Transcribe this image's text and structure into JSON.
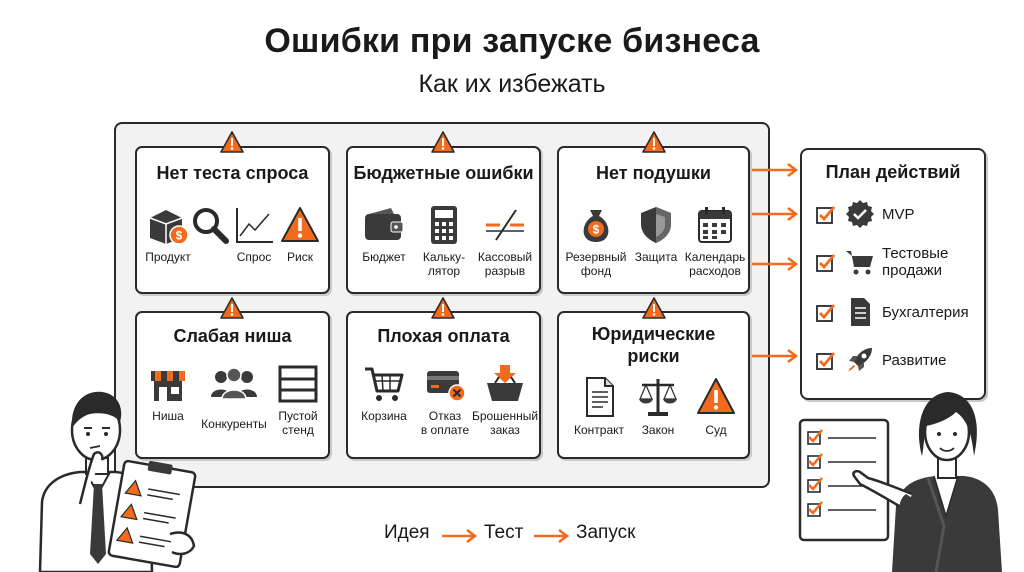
{
  "header": {
    "title": "Ошибки при запуске бизнеса",
    "subtitle": "Как их избежать"
  },
  "colors": {
    "accent": "#f26b1d",
    "ink": "#2a2a2a",
    "icon_fill": "#3a3a3a"
  },
  "cards": [
    {
      "title": "Нет теста спроса",
      "items": [
        {
          "icon": "box-dollar-icon",
          "label": "Продукт"
        },
        {
          "icon": "magnifier-icon",
          "label": ""
        },
        {
          "icon": "line-chart-icon",
          "label": "Спрос"
        },
        {
          "icon": "warning-icon",
          "label": "Риск"
        }
      ]
    },
    {
      "title": "Бюджетные ошибки",
      "items": [
        {
          "icon": "wallet-icon",
          "label": "Бюджет"
        },
        {
          "icon": "calculator-icon",
          "label": "Кальку-\nлятор"
        },
        {
          "icon": "cash-gap-icon",
          "label": "Кассовый\nразрыв"
        }
      ]
    },
    {
      "title": "Нет подушки",
      "items": [
        {
          "icon": "money-bag-icon",
          "label": "Резервный\nфонд"
        },
        {
          "icon": "shield-icon",
          "label": "Защита"
        },
        {
          "icon": "calendar-icon",
          "label": "Календарь\nрасходов"
        }
      ]
    },
    {
      "title": "Слабая ниша",
      "items": [
        {
          "icon": "storefront-icon",
          "label": "Ниша"
        },
        {
          "icon": "people-group-icon",
          "label": "Конкуренты"
        },
        {
          "icon": "empty-shelf-icon",
          "label": "Пустой\nстенд"
        }
      ]
    },
    {
      "title": "Плохая оплата",
      "items": [
        {
          "icon": "shopping-cart-icon",
          "label": "Корзина"
        },
        {
          "icon": "card-declined-icon",
          "label": "Отказ\nв оплате"
        },
        {
          "icon": "abandoned-basket-icon",
          "label": "Брошенный\nзаказ"
        }
      ]
    },
    {
      "title": "Юридические\nриски",
      "items": [
        {
          "icon": "contract-icon",
          "label": "Контракт"
        },
        {
          "icon": "scales-icon",
          "label": "Закон"
        },
        {
          "icon": "warning-icon",
          "label": "Суд"
        }
      ]
    }
  ],
  "plan": {
    "title": "План действий",
    "items": [
      {
        "icon": "badge-check-icon",
        "label": "MVP",
        "checked": true
      },
      {
        "icon": "cart-icon",
        "label": "Тестовые\nпродажи",
        "checked": true
      },
      {
        "icon": "document-icon",
        "label": "Бухгалтерия",
        "checked": true
      },
      {
        "icon": "rocket-icon",
        "label": "Развитие",
        "checked": true
      }
    ]
  },
  "flow": [
    "Идея",
    "Тест",
    "Запуск"
  ]
}
